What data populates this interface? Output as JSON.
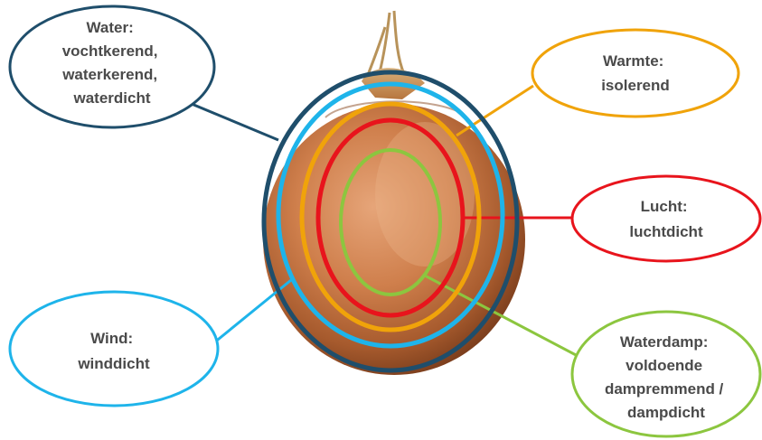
{
  "colors": {
    "water": "#1f4e6b",
    "wind": "#1eb4ea",
    "warmte": "#f0a30a",
    "lucht": "#e8141c",
    "waterdamp": "#8cc63f",
    "text": "#4a4a4a"
  },
  "labels": {
    "water": [
      "Water:",
      "vochtkerend,",
      "waterkerend,",
      "waterdicht"
    ],
    "warmte": [
      "Warmte:",
      "isolerend"
    ],
    "lucht": [
      "Lucht:",
      "luchtdicht"
    ],
    "wind": [
      "Wind:",
      "winddicht"
    ],
    "waterdamp": [
      "Waterdamp:",
      "voldoende",
      "dampremmend /",
      "dampdicht"
    ]
  },
  "image": {
    "subject": "onion"
  }
}
